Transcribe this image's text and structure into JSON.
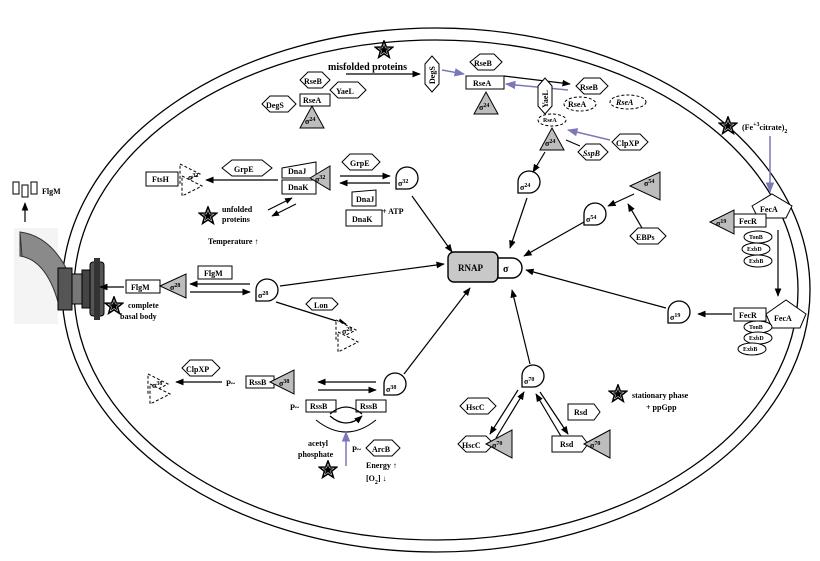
{
  "labels": {
    "rnap": "RNAP",
    "sigma": "σ",
    "misfolded": "misfolded proteins",
    "degs_rot": "DegS",
    "rseb1": "RseB",
    "rsea1": "RseA",
    "rseb2": "RseB",
    "rsea2": "RseA",
    "rseb3": "RseB",
    "rsea3": "RseA",
    "rsea4": "RseA",
    "rsea5": "RseA",
    "yael1": "YaeL",
    "yael2": "YaeL",
    "degs": "DegS",
    "clpxp1": "ClpXP",
    "sspb": "SspB",
    "ftsh": "FtsH",
    "grpe1": "GrpE",
    "grpe2": "GrpE",
    "dnaj1": "DnaJ",
    "dnak1": "DnaK",
    "dnaj2": "DnaJ",
    "dnak2": "DnaK",
    "atp": "+ ATP",
    "unfolded": "unfolded",
    "proteins": "proteins",
    "temperature": "Temperature ↑",
    "flgm_out": "FlgM",
    "flgm1": "FlgM",
    "flgm2": "FlgM",
    "complete": "complete",
    "basal": "basal body",
    "lon": "Lon",
    "clpxp2": "ClpXP",
    "p1": "P~",
    "rssb1": "RssB",
    "p2": "P~",
    "rssb2": "RssB",
    "rssb3": "RssB",
    "acetyl": "acetyl",
    "phosphate": "phosphate",
    "p3": "P~",
    "arcb": "ArcB",
    "energy": "Energy ↑",
    "o2": "[O",
    "o2sub": "2",
    "o2end": "]  ↓",
    "hscc1": "HscC",
    "hscc2": "HscC",
    "rsd1": "Rsd",
    "rsd2": "Rsd",
    "stationary": "stationary phase",
    "ppgpp": "+ ppGpp",
    "ebps": "EBPs",
    "fe_citrate": "(Fe",
    "fe_sup": "+3",
    "fe_citrate2": "citrate)",
    "fe_sub": "2",
    "feca1": "FecA",
    "fecr1": "FecR",
    "tonb1": "TonB",
    "exbd1": "ExbD",
    "exbb1": "ExbB",
    "fecr2": "FecR",
    "feca2": "FecA",
    "tonb2": "TonB",
    "exbd2": "ExbD",
    "exbb2": "ExbB"
  },
  "sigmas": {
    "s24a": "24",
    "s24b": "24",
    "s24c": "24",
    "s32a": "32",
    "s32b": "32",
    "s32c": "32",
    "s28a": "28",
    "s28b": "28",
    "s28c": "28",
    "s38a": "38",
    "s38b": "38",
    "s38c": "38",
    "s70a": "70",
    "s70b": "70",
    "s70c": "70",
    "s54a": "54",
    "s54b": "54",
    "s19a": "19",
    "s19b": "19"
  },
  "colors": {
    "stroke": "#000000",
    "grey_fill": "#bdbdbd",
    "rnap_fill": "#c8c8c8",
    "signal_arrow": "#7b78b8",
    "flagellum": "#808080"
  }
}
